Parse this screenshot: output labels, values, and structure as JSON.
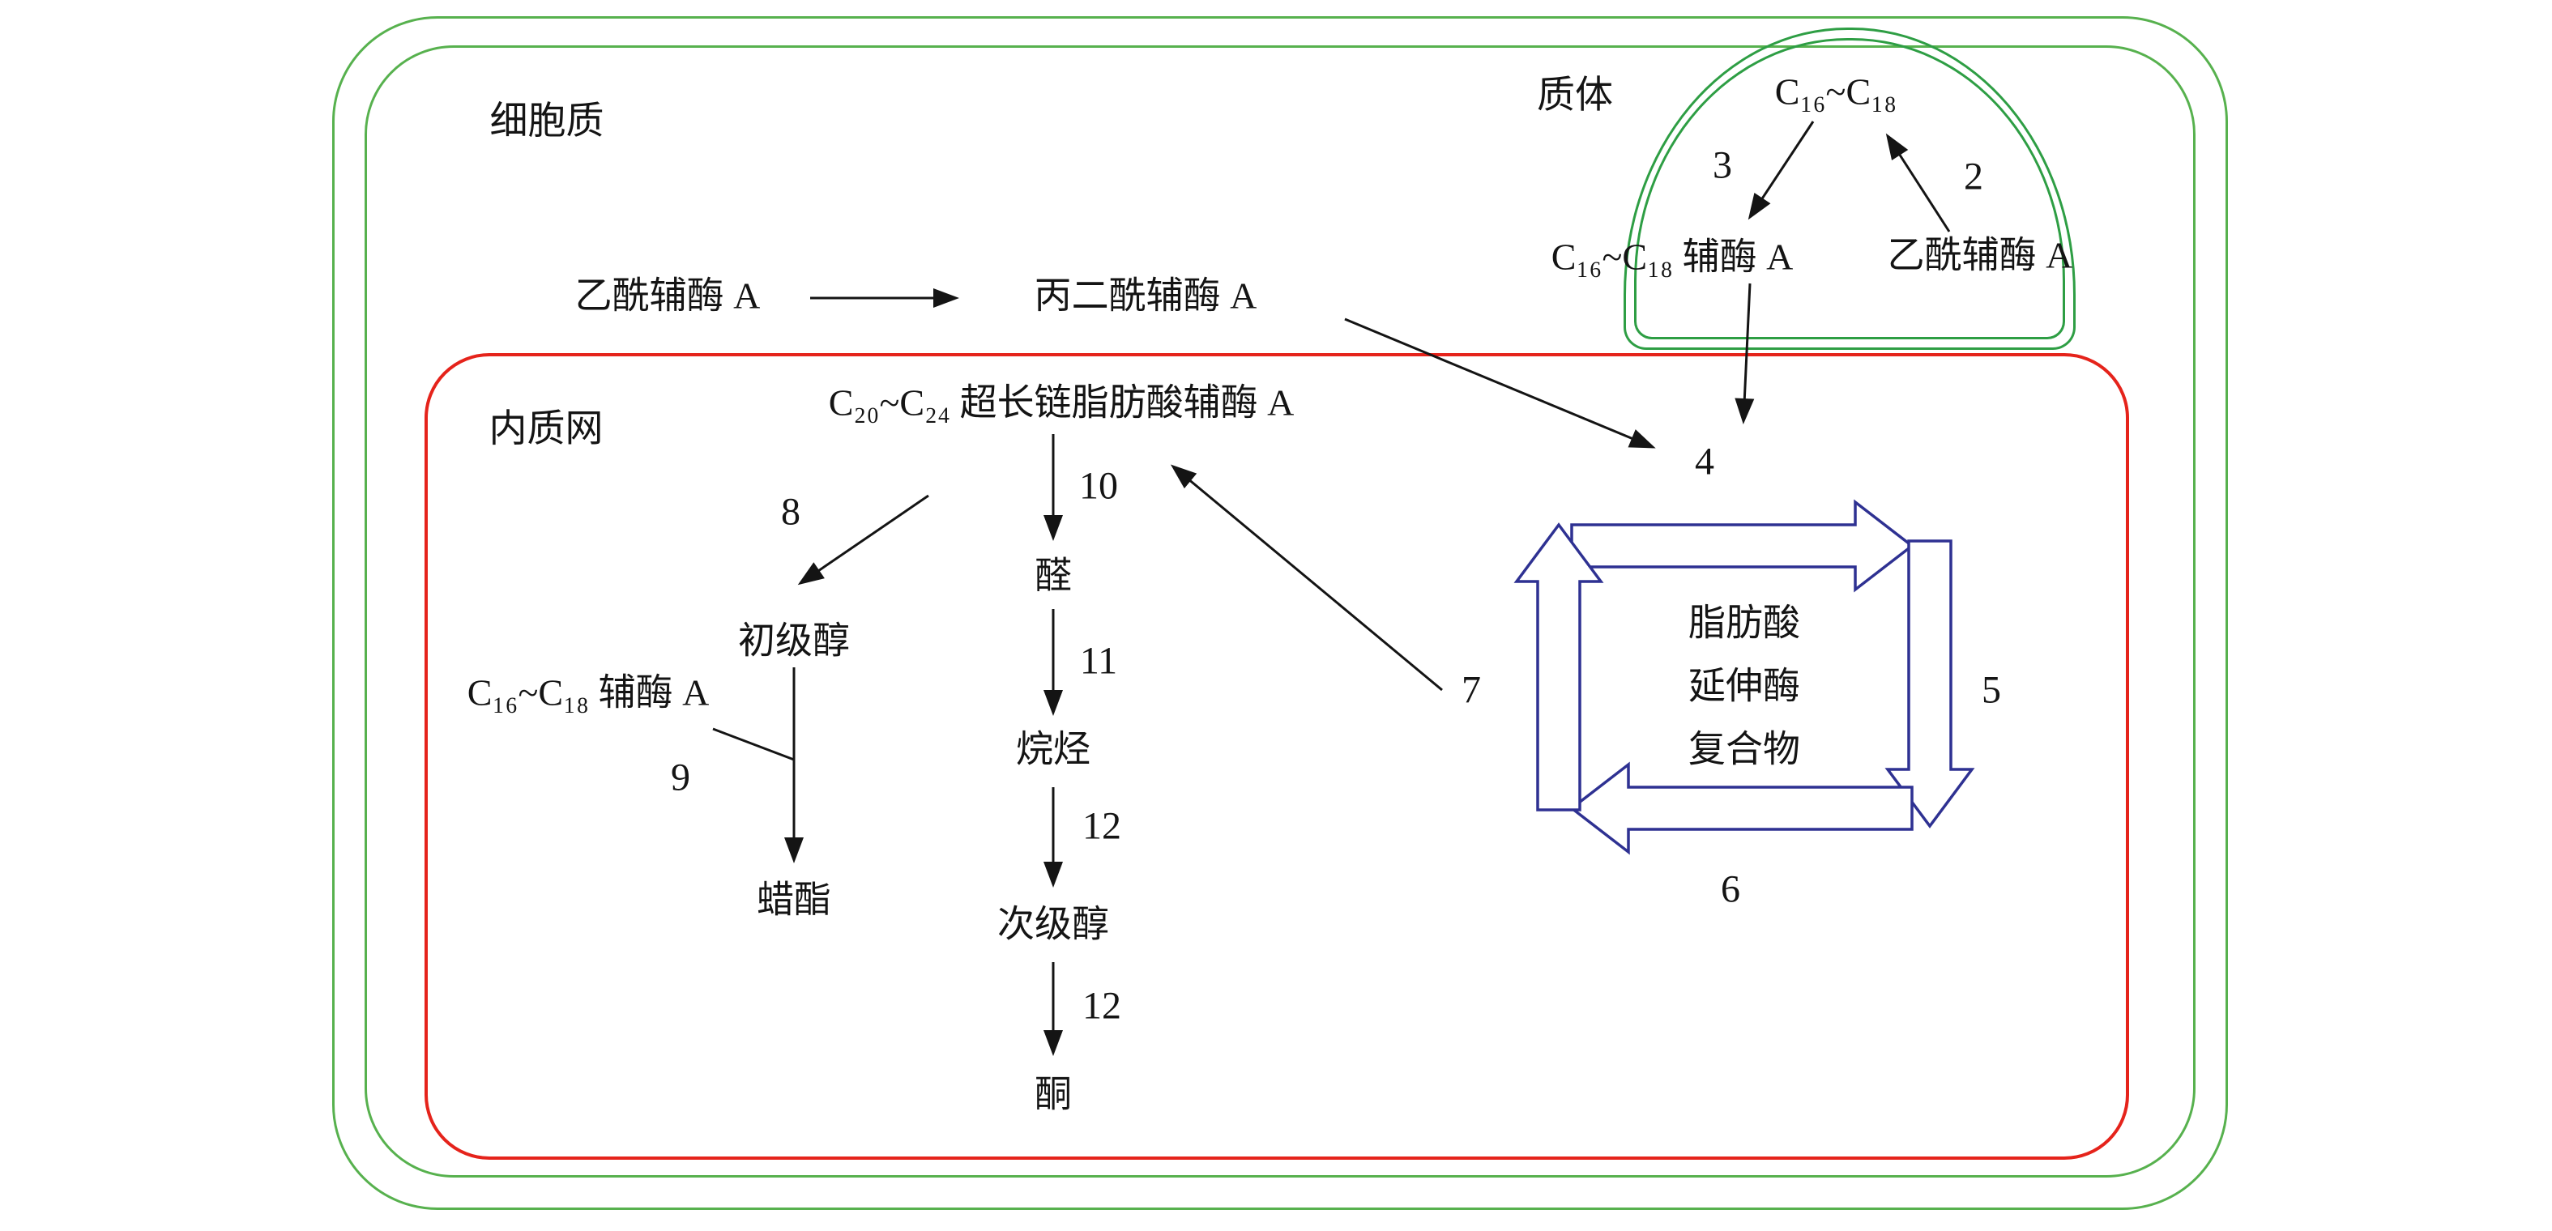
{
  "colors": {
    "membrane_green": "#57b14e",
    "plastid_green": "#2e9e44",
    "er_red": "#e5231b",
    "cycle_blue": "#2e3192",
    "ink": "#141414"
  },
  "regions": {
    "cytoplasm": "细胞质",
    "plastid": "质体",
    "er": "内质网"
  },
  "nodes": {
    "plastid_c16_c18": "C₁₆~C₁₈",
    "plastid_c16_c18_coa": "C₁₆~C₁₈ 辅酶 A",
    "plastid_acetyl_coa": "乙酰辅酶 A",
    "cyto_acetyl_coa": "乙酰辅酶 A",
    "cyto_malonyl_coa": "丙二酰辅酶 A",
    "er_vlcfa_coa": "C₂₀~C₂₄ 超长链脂肪酸辅酶 A",
    "er_aldehyde": "醛",
    "er_alkane": "烷烃",
    "er_secondary_alcohol": "次级醇",
    "er_ketone": "酮",
    "er_primary_alcohol": "初级醇",
    "er_c16_c18_coa": "C₁₆~C₁₈ 辅酶 A",
    "er_wax_ester": "蜡酯",
    "elongase_line1": "脂肪酸",
    "elongase_line2": "延伸酶",
    "elongase_line3": "复合物"
  },
  "steps": {
    "n2": "2",
    "n3": "3",
    "n4": "4",
    "n5": "5",
    "n6": "6",
    "n7": "7",
    "n8": "8",
    "n9": "9",
    "n10": "10",
    "n11": "11",
    "n12a": "12",
    "n12b": "12"
  }
}
